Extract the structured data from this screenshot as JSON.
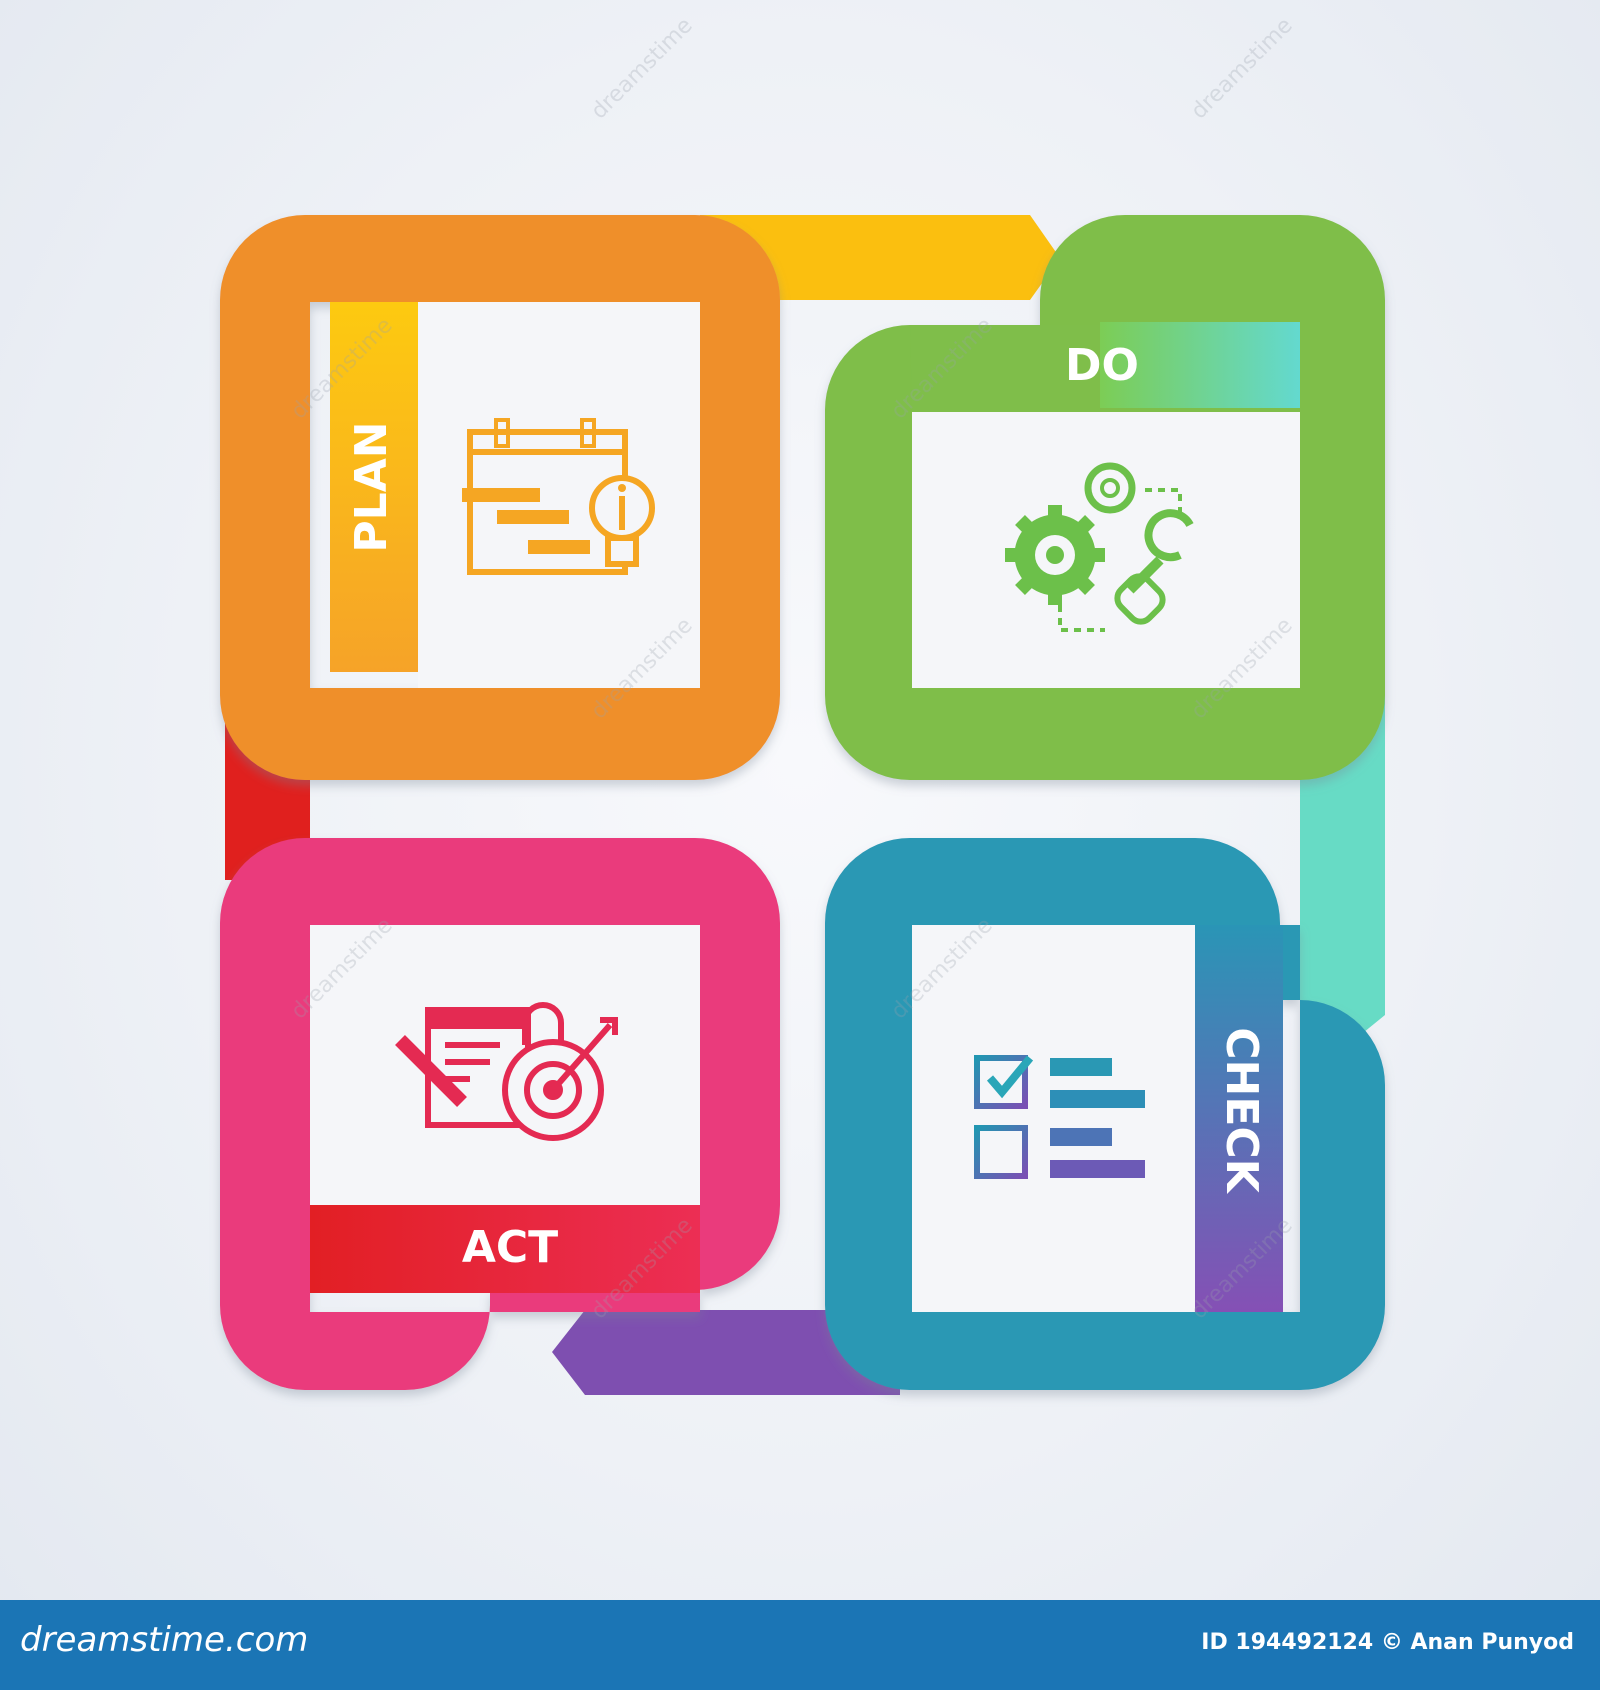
{
  "diagram": {
    "steps": [
      {
        "id": "plan",
        "label": "PLAN",
        "icon": "plan-calendar-lightbulb-icon",
        "color": "#ef8f2b"
      },
      {
        "id": "do",
        "label": "DO",
        "icon": "gears-wrench-icon",
        "color": "#7fbe4a"
      },
      {
        "id": "check",
        "label": "CHECK",
        "icon": "checklist-icon",
        "color": "#2a98b4"
      },
      {
        "id": "act",
        "label": "ACT",
        "icon": "target-document-icon",
        "color": "#ea3a7c"
      }
    ],
    "connector_colors": [
      "#fbbf0f",
      "#67dbc5",
      "#7e4fb0",
      "#e0201e"
    ]
  },
  "watermark": "dreamstime",
  "footer": {
    "site": "dreamstime.com",
    "credit": "ID 194492124 © Anan Punyod"
  }
}
